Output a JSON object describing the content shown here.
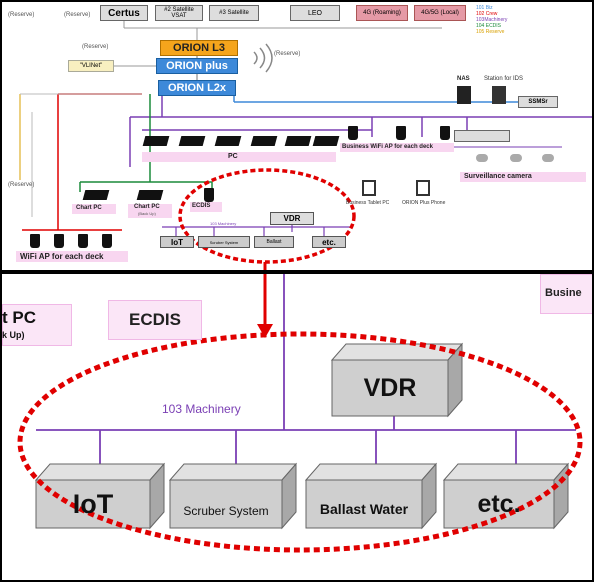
{
  "top": {
    "reserve1": "(Reserve)",
    "reserve2": "(Reserve)",
    "reserve3": "(Reserve)",
    "reserve4": "(Reserve)",
    "reserve5": "(Reserve)",
    "top_providers": [
      "Certus",
      "#2 Satellite VSAT",
      "#3 Satellite",
      "LEO",
      "4G (Roaming)",
      "4G/5G (Local)"
    ],
    "legend": [
      "101 Biz",
      "102 Crew",
      "103Machinery",
      "104 ECDIS",
      "105 Reserve"
    ],
    "orion_l3": "ORION L3",
    "orion_plus": "ORION plus",
    "orion_l2x": "ORION L2x",
    "vlnet": "\"VLINet\"",
    "nas": "NAS",
    "station_ids": "Station for IDS",
    "ssmsr": "SSMSr",
    "pc": "PC",
    "business_wifi": "Business WiFi AP for each deck",
    "surveillance": "Surveillance camera",
    "chart_pc": "Chart PC",
    "chart_pc_backup": "Chart PC",
    "chart_pc_backup_sub": "(Back Up)",
    "ecdis": "ECDIS",
    "business_tablet": "Business Tablet PC",
    "orion_phone": "ORION Plus Phone",
    "vdr": "VDR",
    "iot": "IoT",
    "scruber": "Scruber System",
    "ballast": "Ballast",
    "etc": "etc.",
    "wifi_crew": "WiFi AP for each deck",
    "machinery": "103 Machinery"
  },
  "bottom": {
    "chart_pc_partial": "t PC",
    "chart_pc_partial_sub": "k Up)",
    "ecdis": "ECDIS",
    "business_partial": "Busine",
    "machinery": "103 Machinery",
    "vdr": "VDR",
    "iot": "IoT",
    "scruber": "Scruber System",
    "ballast": "Ballast Water",
    "etc": "etc."
  },
  "colors": {
    "orange": "#f5a51c",
    "blue": "#3d89d9",
    "purple": "#7a3fb4",
    "red_dash": "#e00000",
    "box_gray": "#c9c9c9",
    "pink": "#f7d2f1"
  }
}
